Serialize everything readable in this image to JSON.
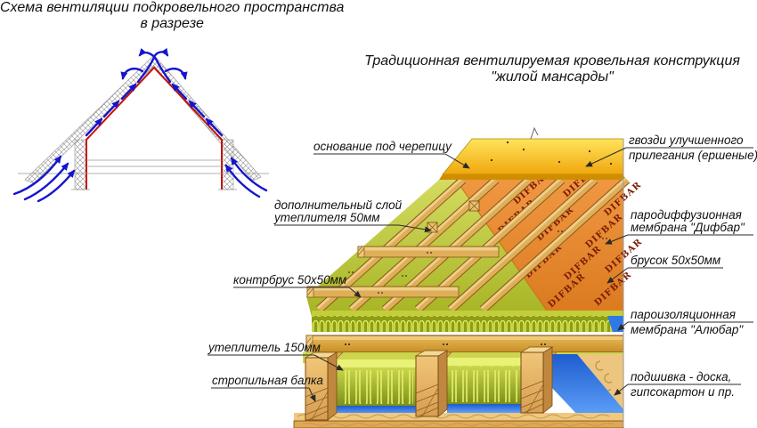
{
  "titles": {
    "left": {
      "line1": "Схема вентиляции подкровельного пространства",
      "line2": "в разрезе"
    },
    "right": {
      "line1": "Традиционная вентилируемая кровельная конструкция",
      "line2": "\"жилой мансарды\""
    }
  },
  "callouts": {
    "base_under_tile": "основание под черепицу",
    "additional_insulation_1": "дополнительный слой",
    "additional_insulation_2": "утеплителя 50мм",
    "counter_batten": "контрбрус 50x50мм",
    "insulation_150": "утеплитель 150мм",
    "rafter_beam": "стропильная балка",
    "nails_1": "гвозди улучшенного",
    "nails_2": "прилегания (ершеные)",
    "diffusion_membrane_1": "пародиффузионная",
    "diffusion_membrane_2": "мембрана \"Дифбар\"",
    "bar_50": "брусок 50x50мм",
    "vapor_barrier_1": "пароизоляционная",
    "vapor_barrier_2": "мембрана \"Алюбар\"",
    "lining_1": "подшивка - доска,",
    "lining_2": "гипсокартон и пр."
  },
  "membrane_brand": "DIFBAR",
  "colors": {
    "tile_base_top": "#FFE45C",
    "tile_base_bottom": "#F0A70C",
    "membrane": "#E8873B",
    "membrane_text": "#7A1C05",
    "slope_insulation": "#C0CC3E",
    "mineral_wool": "#8E9D15",
    "wool_loops": "#E3F263",
    "vapor_barrier_blue": "#2E79E6",
    "wood": "#DFAE58",
    "wood_outline": "#8A5A1A",
    "lining": "#EFC97F",
    "airflow_arrows": "#1515CF",
    "thermal_envelope_line": "#C41000",
    "leader_lines": "#2a2a2a"
  }
}
